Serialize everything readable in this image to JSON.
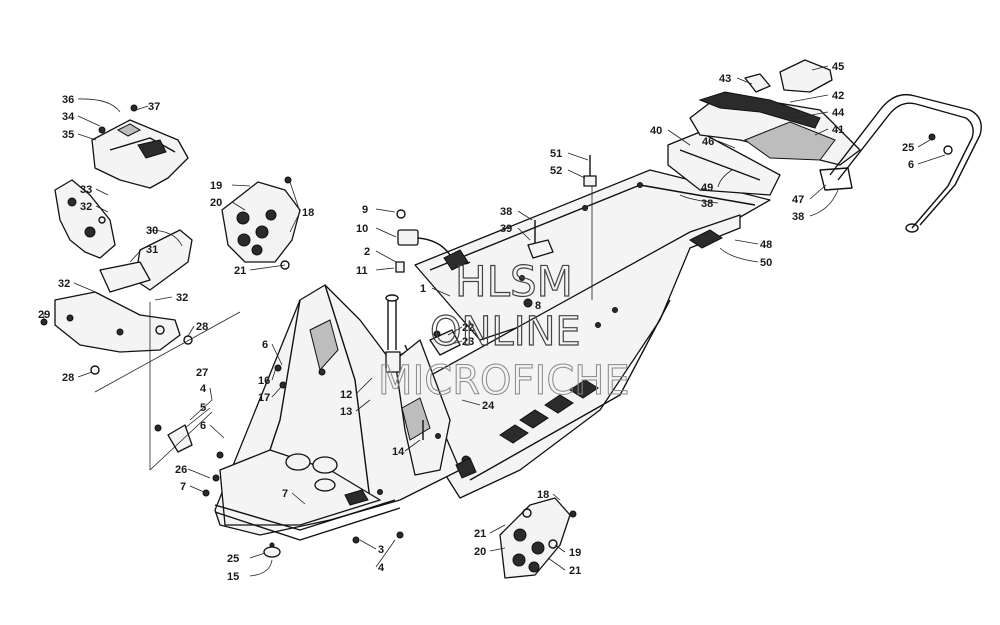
{
  "watermark": {
    "line1": "HLSM",
    "line2": "ONLINE",
    "line3": "MICROFICHE"
  },
  "callouts": [
    {
      "id": "c36",
      "label": "36"
    },
    {
      "id": "c37",
      "label": "37"
    },
    {
      "id": "c34",
      "label": "34"
    },
    {
      "id": "c35",
      "label": "35"
    },
    {
      "id": "c33",
      "label": "33"
    },
    {
      "id": "c32a",
      "label": "32"
    },
    {
      "id": "c30",
      "label": "30"
    },
    {
      "id": "c31",
      "label": "31"
    },
    {
      "id": "c32b",
      "label": "32"
    },
    {
      "id": "c32c",
      "label": "32"
    },
    {
      "id": "c29",
      "label": "29"
    },
    {
      "id": "c28a",
      "label": "28"
    },
    {
      "id": "c28b",
      "label": "28"
    },
    {
      "id": "c27",
      "label": "27"
    },
    {
      "id": "c19a",
      "label": "19"
    },
    {
      "id": "c20a",
      "label": "20"
    },
    {
      "id": "c18a",
      "label": "18"
    },
    {
      "id": "c21a",
      "label": "21"
    },
    {
      "id": "c9",
      "label": "9"
    },
    {
      "id": "c10",
      "label": "10"
    },
    {
      "id": "c2",
      "label": "2"
    },
    {
      "id": "c11",
      "label": "11"
    },
    {
      "id": "c1",
      "label": "1"
    },
    {
      "id": "c38a",
      "label": "38"
    },
    {
      "id": "c39",
      "label": "39"
    },
    {
      "id": "c8",
      "label": "8"
    },
    {
      "id": "c22",
      "label": "22"
    },
    {
      "id": "c23",
      "label": "23"
    },
    {
      "id": "c51",
      "label": "51"
    },
    {
      "id": "c52",
      "label": "52"
    },
    {
      "id": "c43",
      "label": "43"
    },
    {
      "id": "c45",
      "label": "45"
    },
    {
      "id": "c42",
      "label": "42"
    },
    {
      "id": "c44",
      "label": "44"
    },
    {
      "id": "c41",
      "label": "41"
    },
    {
      "id": "c40",
      "label": "40"
    },
    {
      "id": "c46",
      "label": "46"
    },
    {
      "id": "c49",
      "label": "49"
    },
    {
      "id": "c38b",
      "label": "38"
    },
    {
      "id": "c25a",
      "label": "25"
    },
    {
      "id": "c6a",
      "label": "6"
    },
    {
      "id": "c47",
      "label": "47"
    },
    {
      "id": "c38c",
      "label": "38"
    },
    {
      "id": "c48",
      "label": "48"
    },
    {
      "id": "c50",
      "label": "50"
    },
    {
      "id": "c6b",
      "label": "6"
    },
    {
      "id": "c16",
      "label": "16"
    },
    {
      "id": "c17",
      "label": "17"
    },
    {
      "id": "c12",
      "label": "12"
    },
    {
      "id": "c13",
      "label": "13"
    },
    {
      "id": "c24",
      "label": "24"
    },
    {
      "id": "c4a",
      "label": "4"
    },
    {
      "id": "c5",
      "label": "5"
    },
    {
      "id": "c6c",
      "label": "6"
    },
    {
      "id": "c14",
      "label": "14"
    },
    {
      "id": "c26",
      "label": "26"
    },
    {
      "id": "c7a",
      "label": "7"
    },
    {
      "id": "c7b",
      "label": "7"
    },
    {
      "id": "c3",
      "label": "3"
    },
    {
      "id": "c4b",
      "label": "4"
    },
    {
      "id": "c25b",
      "label": "25"
    },
    {
      "id": "c15",
      "label": "15"
    },
    {
      "id": "c18b",
      "label": "18"
    },
    {
      "id": "c21b",
      "label": "21"
    },
    {
      "id": "c20b",
      "label": "20"
    },
    {
      "id": "c19b",
      "label": "19"
    },
    {
      "id": "c21c",
      "label": "21"
    }
  ]
}
